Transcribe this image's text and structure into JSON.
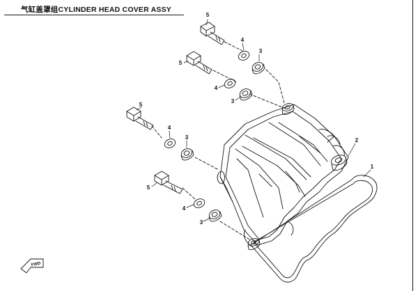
{
  "diagram": {
    "title": "气缸盖罩组CYLINDER HEAD COVER ASSY",
    "fwd_label": "FWD",
    "callouts": [
      "5",
      "4",
      "3",
      "5",
      "4",
      "3",
      "5",
      "4",
      "3",
      "5",
      "4",
      "3",
      "2",
      "1"
    ]
  }
}
